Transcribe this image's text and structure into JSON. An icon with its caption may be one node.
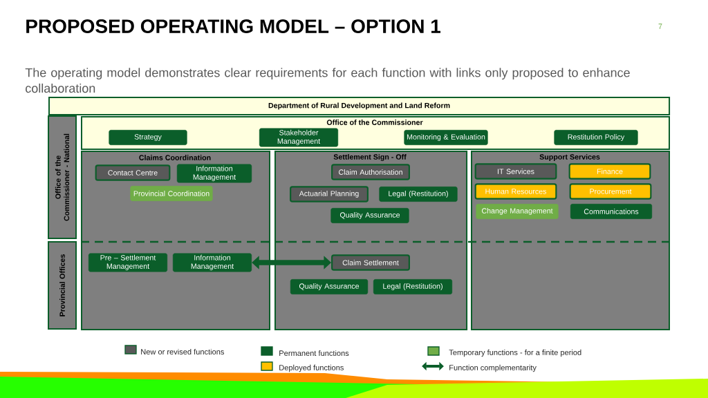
{
  "diagram": {
    "title": "PROPOSED OPERATING MODEL – OPTION 1",
    "nodes": [
      {
        "text": [
          "Department of Rural Development and Land Reform"
        ]
      },
      {
        "text": [
          "Office of the Commissioner - National"
        ]
      },
      {
        "text": [
          "Provincial Offices"
        ]
      },
      {
        "text": [
          "Office of the Commissioner"
        ]
      },
      {
        "text": [
          "Strategy"
        ],
        "in": 3
      },
      {
        "text": [
          "Stakeholder Management"
        ],
        "in": 3
      },
      {
        "text": [
          "Monitoring & Evaluation"
        ],
        "in": 3
      },
      {
        "text": [
          "Restitution Policy"
        ],
        "in": 3
      },
      {
        "text": [
          "Claims Coordination"
        ]
      },
      {
        "text": [
          "Contact Centre"
        ],
        "in": 8
      },
      {
        "text": [
          "Information Management"
        ],
        "in": 8
      },
      {
        "text": [
          "Provincial Coordination"
        ],
        "in": 8
      },
      {
        "text": [
          "Pre – Settlement Management"
        ],
        "in": 8
      },
      {
        "text": [
          "Information Management"
        ],
        "in": 8
      },
      {
        "text": [
          "Settlement Sign - Off"
        ]
      },
      {
        "text": [
          "Claim Authorisation"
        ],
        "in": 14
      },
      {
        "text": [
          "Actuarial Planning"
        ],
        "in": 14
      },
      {
        "text": [
          "Legal (Restitution)"
        ],
        "in": 14
      },
      {
        "text": [
          "Quality Assurance"
        ],
        "in": 14
      },
      {
        "text": [
          "Claim Settlement"
        ],
        "in": 14
      },
      {
        "text": [
          "Quality Assurance"
        ],
        "in": 14
      },
      {
        "text": [
          "Legal (Restitution)"
        ],
        "in": 14
      },
      {
        "text": [
          "Support Services"
        ]
      },
      {
        "text": [
          "IT Services"
        ],
        "in": 22
      },
      {
        "text": [
          "Finance"
        ],
        "in": 22
      },
      {
        "text": [
          "Human Resources"
        ],
        "in": 22
      },
      {
        "text": [
          "Procurement"
        ],
        "in": 22
      },
      {
        "text": [
          "Change Management"
        ],
        "in": 22
      },
      {
        "text": [
          "Communications"
        ],
        "in": 22
      }
    ],
    "edges": [
      {
        "from": 13,
        "to": 19,
        "arrow": "both"
      }
    ],
    "labels": [
      "7",
      "The operating model demonstrates clear requirements for each function with links only proposed to enhance collaboration"
    ],
    "legend": [
      {
        "text": "New or revised functions",
        "color": "#595959"
      },
      {
        "text": "Permanent functions",
        "color": "#0b5e2a"
      },
      {
        "text": "Temporary functions - for a finite period",
        "color": "#70ad47"
      },
      {
        "text": "Deployed functions",
        "color": "#ffc000"
      },
      {
        "text": "Function complementarity"
      }
    ]
  }
}
